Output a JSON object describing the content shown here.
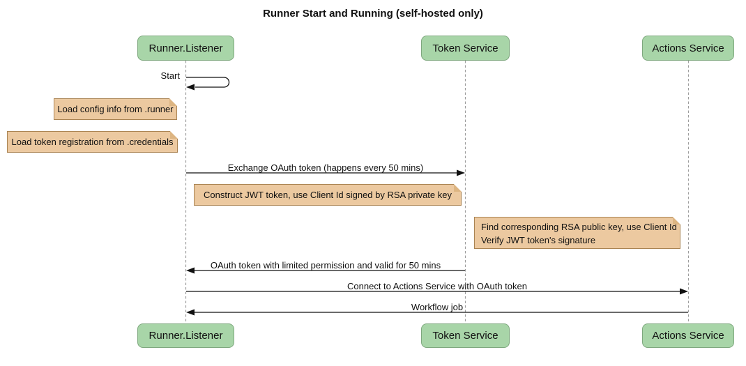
{
  "title": "Runner Start and Running (self-hosted only)",
  "participants": [
    {
      "name": "Runner.Listener"
    },
    {
      "name": "Token Service"
    },
    {
      "name": "Actions Service"
    }
  ],
  "messages": [
    {
      "label": "Start",
      "from": "Runner.Listener",
      "to": "Runner.Listener",
      "kind": "self"
    },
    {
      "label": "Exchange OAuth token (happens every 50 mins)",
      "from": "Runner.Listener",
      "to": "Token Service",
      "kind": "solid"
    },
    {
      "label": "OAuth token with limited permission and valid for 50 mins",
      "from": "Token Service",
      "to": "Runner.Listener",
      "kind": "solid"
    },
    {
      "label": "Connect to Actions Service with OAuth token",
      "from": "Runner.Listener",
      "to": "Actions Service",
      "kind": "solid"
    },
    {
      "label": "Workflow job",
      "from": "Actions Service",
      "to": "Runner.Listener",
      "kind": "solid"
    }
  ],
  "notes": [
    {
      "text": "Load config info from .runner",
      "position": "left of Runner.Listener"
    },
    {
      "text": "Load token registration from .credentials",
      "position": "left of Runner.Listener"
    },
    {
      "text": "Construct JWT token, use Client Id signed by RSA private key",
      "position": "over Runner.Listener and Token Service"
    },
    {
      "line1": "Find corresponding RSA public key, use Client Id",
      "line2": "Verify JWT token's signature",
      "position": "right of Token Service"
    }
  ],
  "colors": {
    "background": "#ffffff",
    "text": "#111111",
    "actor_fill": "#a8d5a8",
    "actor_border": "#7ea87e",
    "note_fill": "#ecc9a0",
    "note_border": "#aa8453",
    "note_fold": "#ddb582",
    "lifeline": "#9e9e9e",
    "arrow": "#111111"
  }
}
